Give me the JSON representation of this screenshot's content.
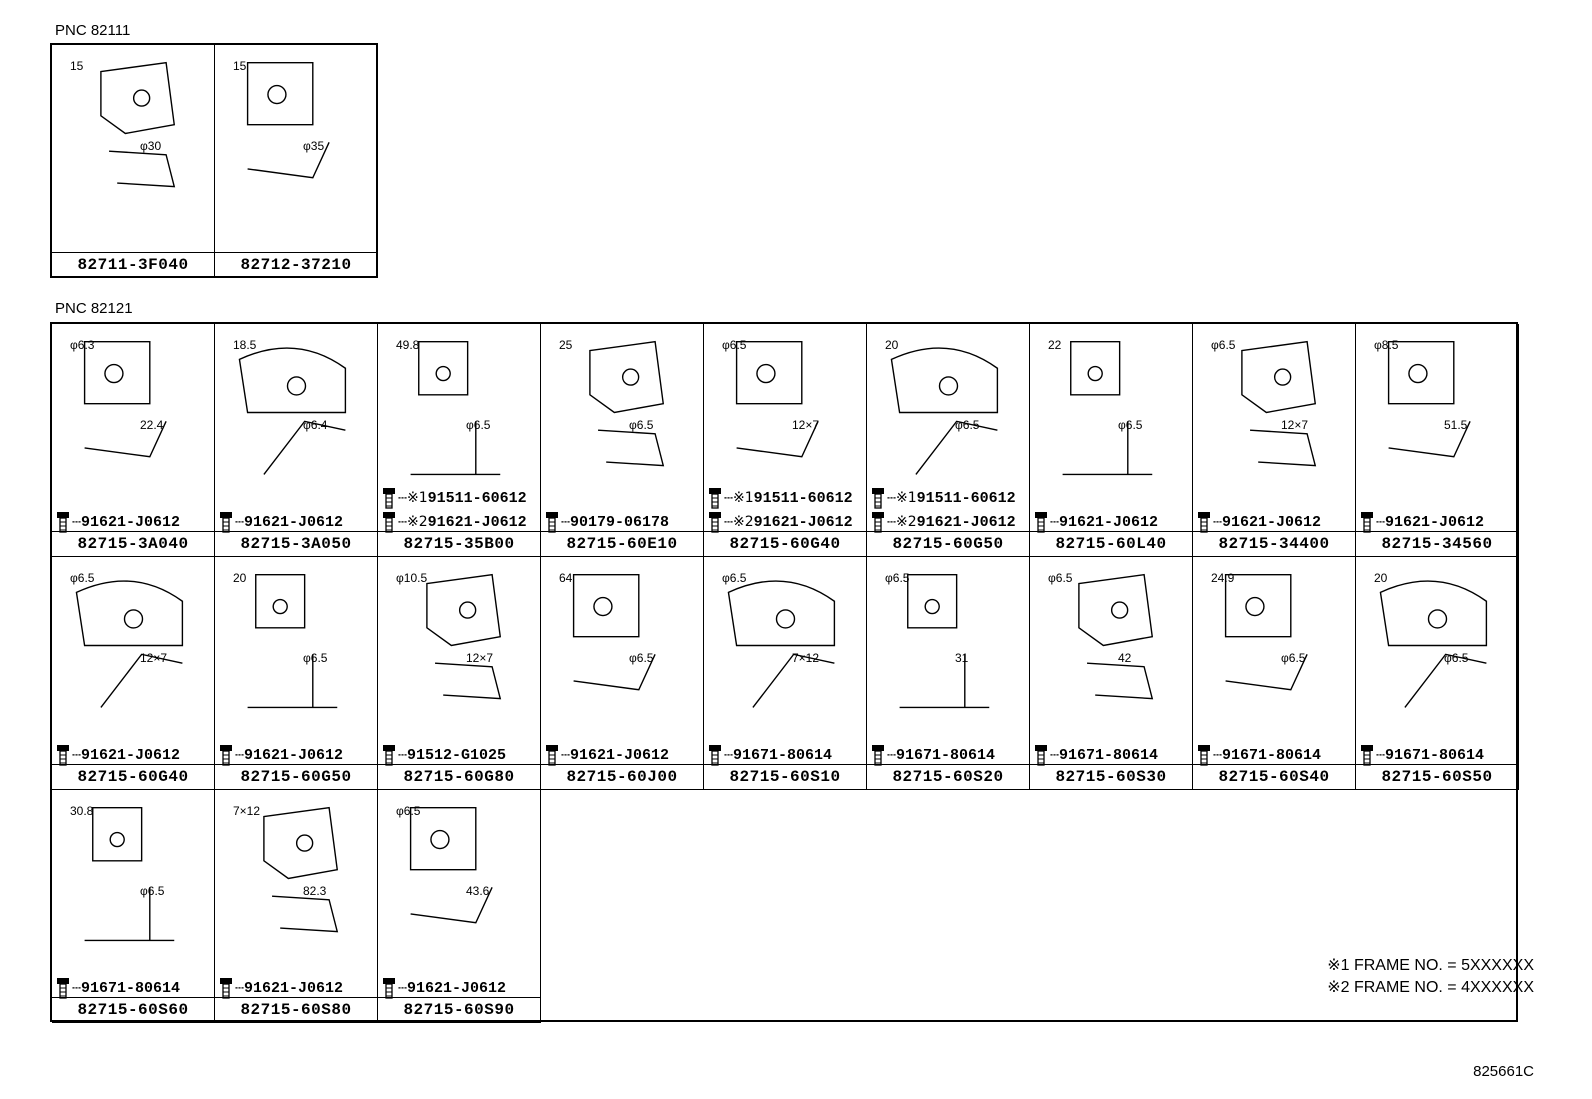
{
  "sections": [
    {
      "pnc_label": "PNC 82111",
      "cells": [
        {
          "part": "82711-3F040",
          "dims": [
            "15",
            "φ30"
          ],
          "bolts": []
        },
        {
          "part": "82712-37210",
          "dims": [
            "15",
            "φ35"
          ],
          "bolts": []
        }
      ]
    },
    {
      "pnc_label": "PNC 82121",
      "cells": [
        {
          "part": "82715-3A040",
          "dims": [
            "φ6.3",
            "22.4"
          ],
          "bolts": [
            {
              "note": "",
              "code": "91621-J0612"
            }
          ]
        },
        {
          "part": "82715-3A050",
          "dims": [
            "18.5",
            "φ6.4"
          ],
          "bolts": [
            {
              "note": "",
              "code": "91621-J0612"
            }
          ]
        },
        {
          "part": "82715-35B00",
          "dims": [
            "49.8",
            "φ6.5"
          ],
          "bolts": [
            {
              "note": "※1",
              "code": "91511-60612"
            },
            {
              "note": "※2",
              "code": "91621-J0612"
            }
          ]
        },
        {
          "part": "82715-60E10",
          "dims": [
            "25",
            "φ6.5"
          ],
          "bolts": [
            {
              "note": "",
              "code": "90179-06178"
            }
          ]
        },
        {
          "part": "82715-60G40",
          "dims": [
            "φ6.5",
            "12×7"
          ],
          "bolts": [
            {
              "note": "※1",
              "code": "91511-60612"
            },
            {
              "note": "※2",
              "code": "91621-J0612"
            }
          ]
        },
        {
          "part": "82715-60G50",
          "dims": [
            "20",
            "φ6.5"
          ],
          "bolts": [
            {
              "note": "※1",
              "code": "91511-60612"
            },
            {
              "note": "※2",
              "code": "91621-J0612"
            }
          ]
        },
        {
          "part": "82715-60L40",
          "dims": [
            "22",
            "φ6.5"
          ],
          "bolts": [
            {
              "note": "",
              "code": "91621-J0612"
            }
          ]
        },
        {
          "part": "82715-34400",
          "dims": [
            "φ6.5",
            "12×7"
          ],
          "bolts": [
            {
              "note": "",
              "code": "91621-J0612"
            }
          ]
        },
        {
          "part": "82715-34560",
          "dims": [
            "φ8.5",
            "51.5"
          ],
          "bolts": [
            {
              "note": "",
              "code": "91621-J0612"
            }
          ]
        },
        {
          "part": "82715-60G40",
          "dims": [
            "φ6.5",
            "12×7"
          ],
          "bolts": [
            {
              "note": "",
              "code": "91621-J0612"
            }
          ]
        },
        {
          "part": "82715-60G50",
          "dims": [
            "20",
            "φ6.5"
          ],
          "bolts": [
            {
              "note": "",
              "code": "91621-J0612"
            }
          ]
        },
        {
          "part": "82715-60G80",
          "dims": [
            "φ10.5",
            "12×7"
          ],
          "bolts": [
            {
              "note": "",
              "code": "91512-G1025"
            }
          ]
        },
        {
          "part": "82715-60J00",
          "dims": [
            "64",
            "φ6.5"
          ],
          "bolts": [
            {
              "note": "",
              "code": "91621-J0612"
            }
          ]
        },
        {
          "part": "82715-60S10",
          "dims": [
            "φ6.5",
            "7×12"
          ],
          "bolts": [
            {
              "note": "",
              "code": "91671-80614"
            }
          ]
        },
        {
          "part": "82715-60S20",
          "dims": [
            "φ6.5",
            "31"
          ],
          "bolts": [
            {
              "note": "",
              "code": "91671-80614"
            }
          ]
        },
        {
          "part": "82715-60S30",
          "dims": [
            "φ6.5",
            "42"
          ],
          "bolts": [
            {
              "note": "",
              "code": "91671-80614"
            }
          ]
        },
        {
          "part": "82715-60S40",
          "dims": [
            "24.9",
            "φ6.5"
          ],
          "bolts": [
            {
              "note": "",
              "code": "91671-80614"
            }
          ]
        },
        {
          "part": "82715-60S50",
          "dims": [
            "20",
            "φ6.5"
          ],
          "bolts": [
            {
              "note": "",
              "code": "91671-80614"
            }
          ]
        },
        {
          "part": "82715-60S60",
          "dims": [
            "30.8",
            "φ6.5"
          ],
          "bolts": [
            {
              "note": "",
              "code": "91671-80614"
            }
          ]
        },
        {
          "part": "82715-60S80",
          "dims": [
            "7×12",
            "82.3"
          ],
          "bolts": [
            {
              "note": "",
              "code": "91621-J0612"
            }
          ]
        },
        {
          "part": "82715-60S90",
          "dims": [
            "φ6.5",
            "43.6"
          ],
          "bolts": [
            {
              "note": "",
              "code": "91621-J0612"
            }
          ]
        }
      ]
    }
  ],
  "footnotes": [
    "※1 FRAME NO. = 5XXXXXX",
    "※2 FRAME NO. = 4XXXXXX"
  ],
  "figure_number": "825661C"
}
